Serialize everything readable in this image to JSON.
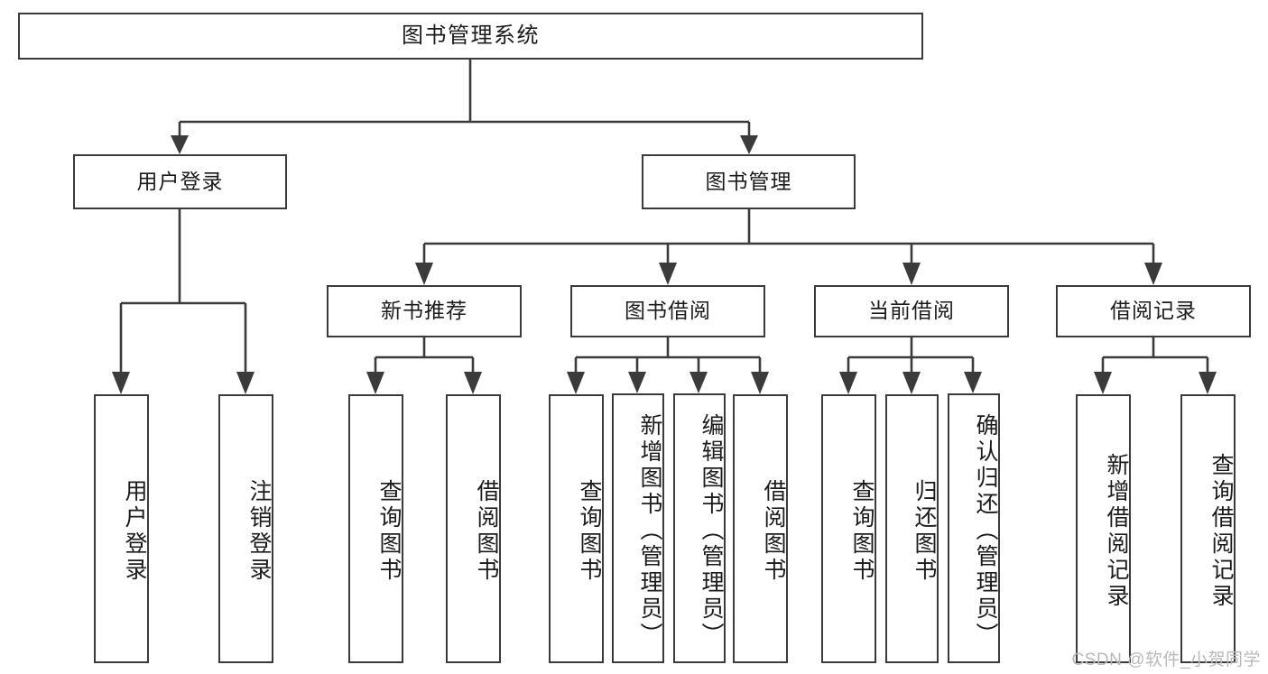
{
  "diagram": {
    "title": "图书管理系统",
    "type": "hierarchy-tree",
    "root": {
      "label": "图书管理系统"
    },
    "level2": [
      {
        "id": "user-login",
        "label": "用户登录"
      },
      {
        "id": "book-manage",
        "label": "图书管理"
      }
    ],
    "level3": [
      {
        "id": "new-book-recommend",
        "label": "新书推荐"
      },
      {
        "id": "book-borrow",
        "label": "图书借阅"
      },
      {
        "id": "current-borrow",
        "label": "当前借阅"
      },
      {
        "id": "borrow-record",
        "label": "借阅记录"
      }
    ],
    "leaves": {
      "user_login": [
        {
          "id": "leaf-user-login",
          "label": "用户登录"
        },
        {
          "id": "leaf-logout-login",
          "label": "注销登录"
        }
      ],
      "new_book_recommend": [
        {
          "id": "leaf-query-book-1",
          "label": "查询图书"
        },
        {
          "id": "leaf-borrow-book-1",
          "label": "借阅图书"
        }
      ],
      "book_borrow": [
        {
          "id": "leaf-query-book-2",
          "label": "查询图书"
        },
        {
          "id": "leaf-add-book",
          "label": "新增图书（管理员）"
        },
        {
          "id": "leaf-edit-book",
          "label": "编辑图书（管理员）"
        },
        {
          "id": "leaf-borrow-book-2",
          "label": "借阅图书"
        }
      ],
      "current_borrow": [
        {
          "id": "leaf-query-book-3",
          "label": "查询图书"
        },
        {
          "id": "leaf-return-book",
          "label": "归还图书"
        },
        {
          "id": "leaf-confirm-return",
          "label": "确认归还（管理员）"
        }
      ],
      "borrow_record": [
        {
          "id": "leaf-add-record",
          "label": "新增借阅记录"
        },
        {
          "id": "leaf-query-record",
          "label": "查询借阅记录"
        }
      ]
    },
    "watermark": "CSDN @软件_小贺同学",
    "colors": {
      "stroke": "#3b3b3b",
      "fill": "#ffffff",
      "background": "#ffffff",
      "text": "#1b1b1b",
      "watermark": "#b9b9b9"
    }
  }
}
